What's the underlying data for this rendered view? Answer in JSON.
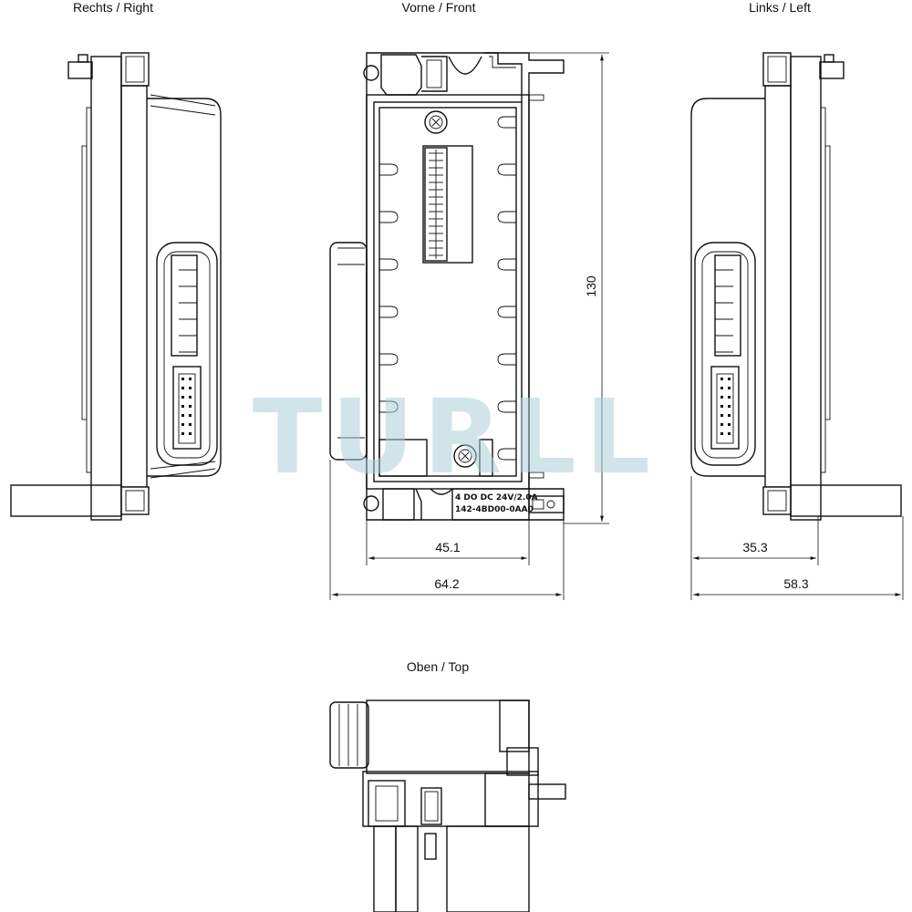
{
  "views": {
    "right": "Rechts / Right",
    "front": "Vorne / Front",
    "left": "Links / Left",
    "top": "Oben / Top"
  },
  "dimensions": {
    "front_height": "130",
    "front_inner_width": "45.1",
    "front_total_width": "64.2",
    "left_inner_width": "35.3",
    "left_total_width": "58.3"
  },
  "module_label": {
    "line1": "4 DO DC 24V/2.0A",
    "line2": "142-4BD00-0AA0"
  },
  "watermark": "TURLL"
}
